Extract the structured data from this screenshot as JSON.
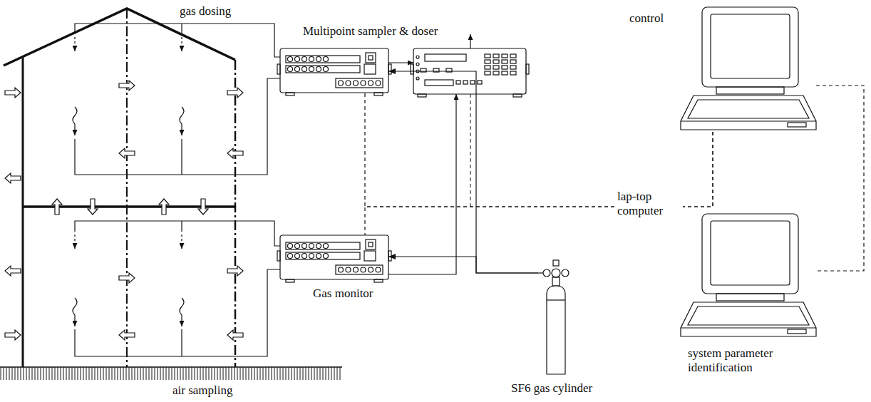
{
  "diagram": {
    "nodes": [
      {
        "text": [
          "Multipoint sampler & doser"
        ]
      },
      {
        "text": [
          "Gas monitor"
        ]
      },
      {
        "text": [
          "SF6 gas cylinder"
        ]
      },
      {
        "text": [
          "control"
        ]
      },
      {
        "text": [
          "system parameter identification"
        ]
      }
    ],
    "edges": [
      {
        "from": 2,
        "to": 0,
        "arrow": "to"
      },
      {
        "from": 2,
        "to": 1,
        "arrow": "to"
      },
      {
        "from": 3,
        "to": 0,
        "arrow": "none"
      },
      {
        "from": 3,
        "to": 1,
        "arrow": "none"
      },
      {
        "from": 3,
        "to": 4,
        "arrow": "none"
      }
    ],
    "labels": [
      "gas dosing",
      "air sampling",
      "lap-top computer"
    ]
  }
}
